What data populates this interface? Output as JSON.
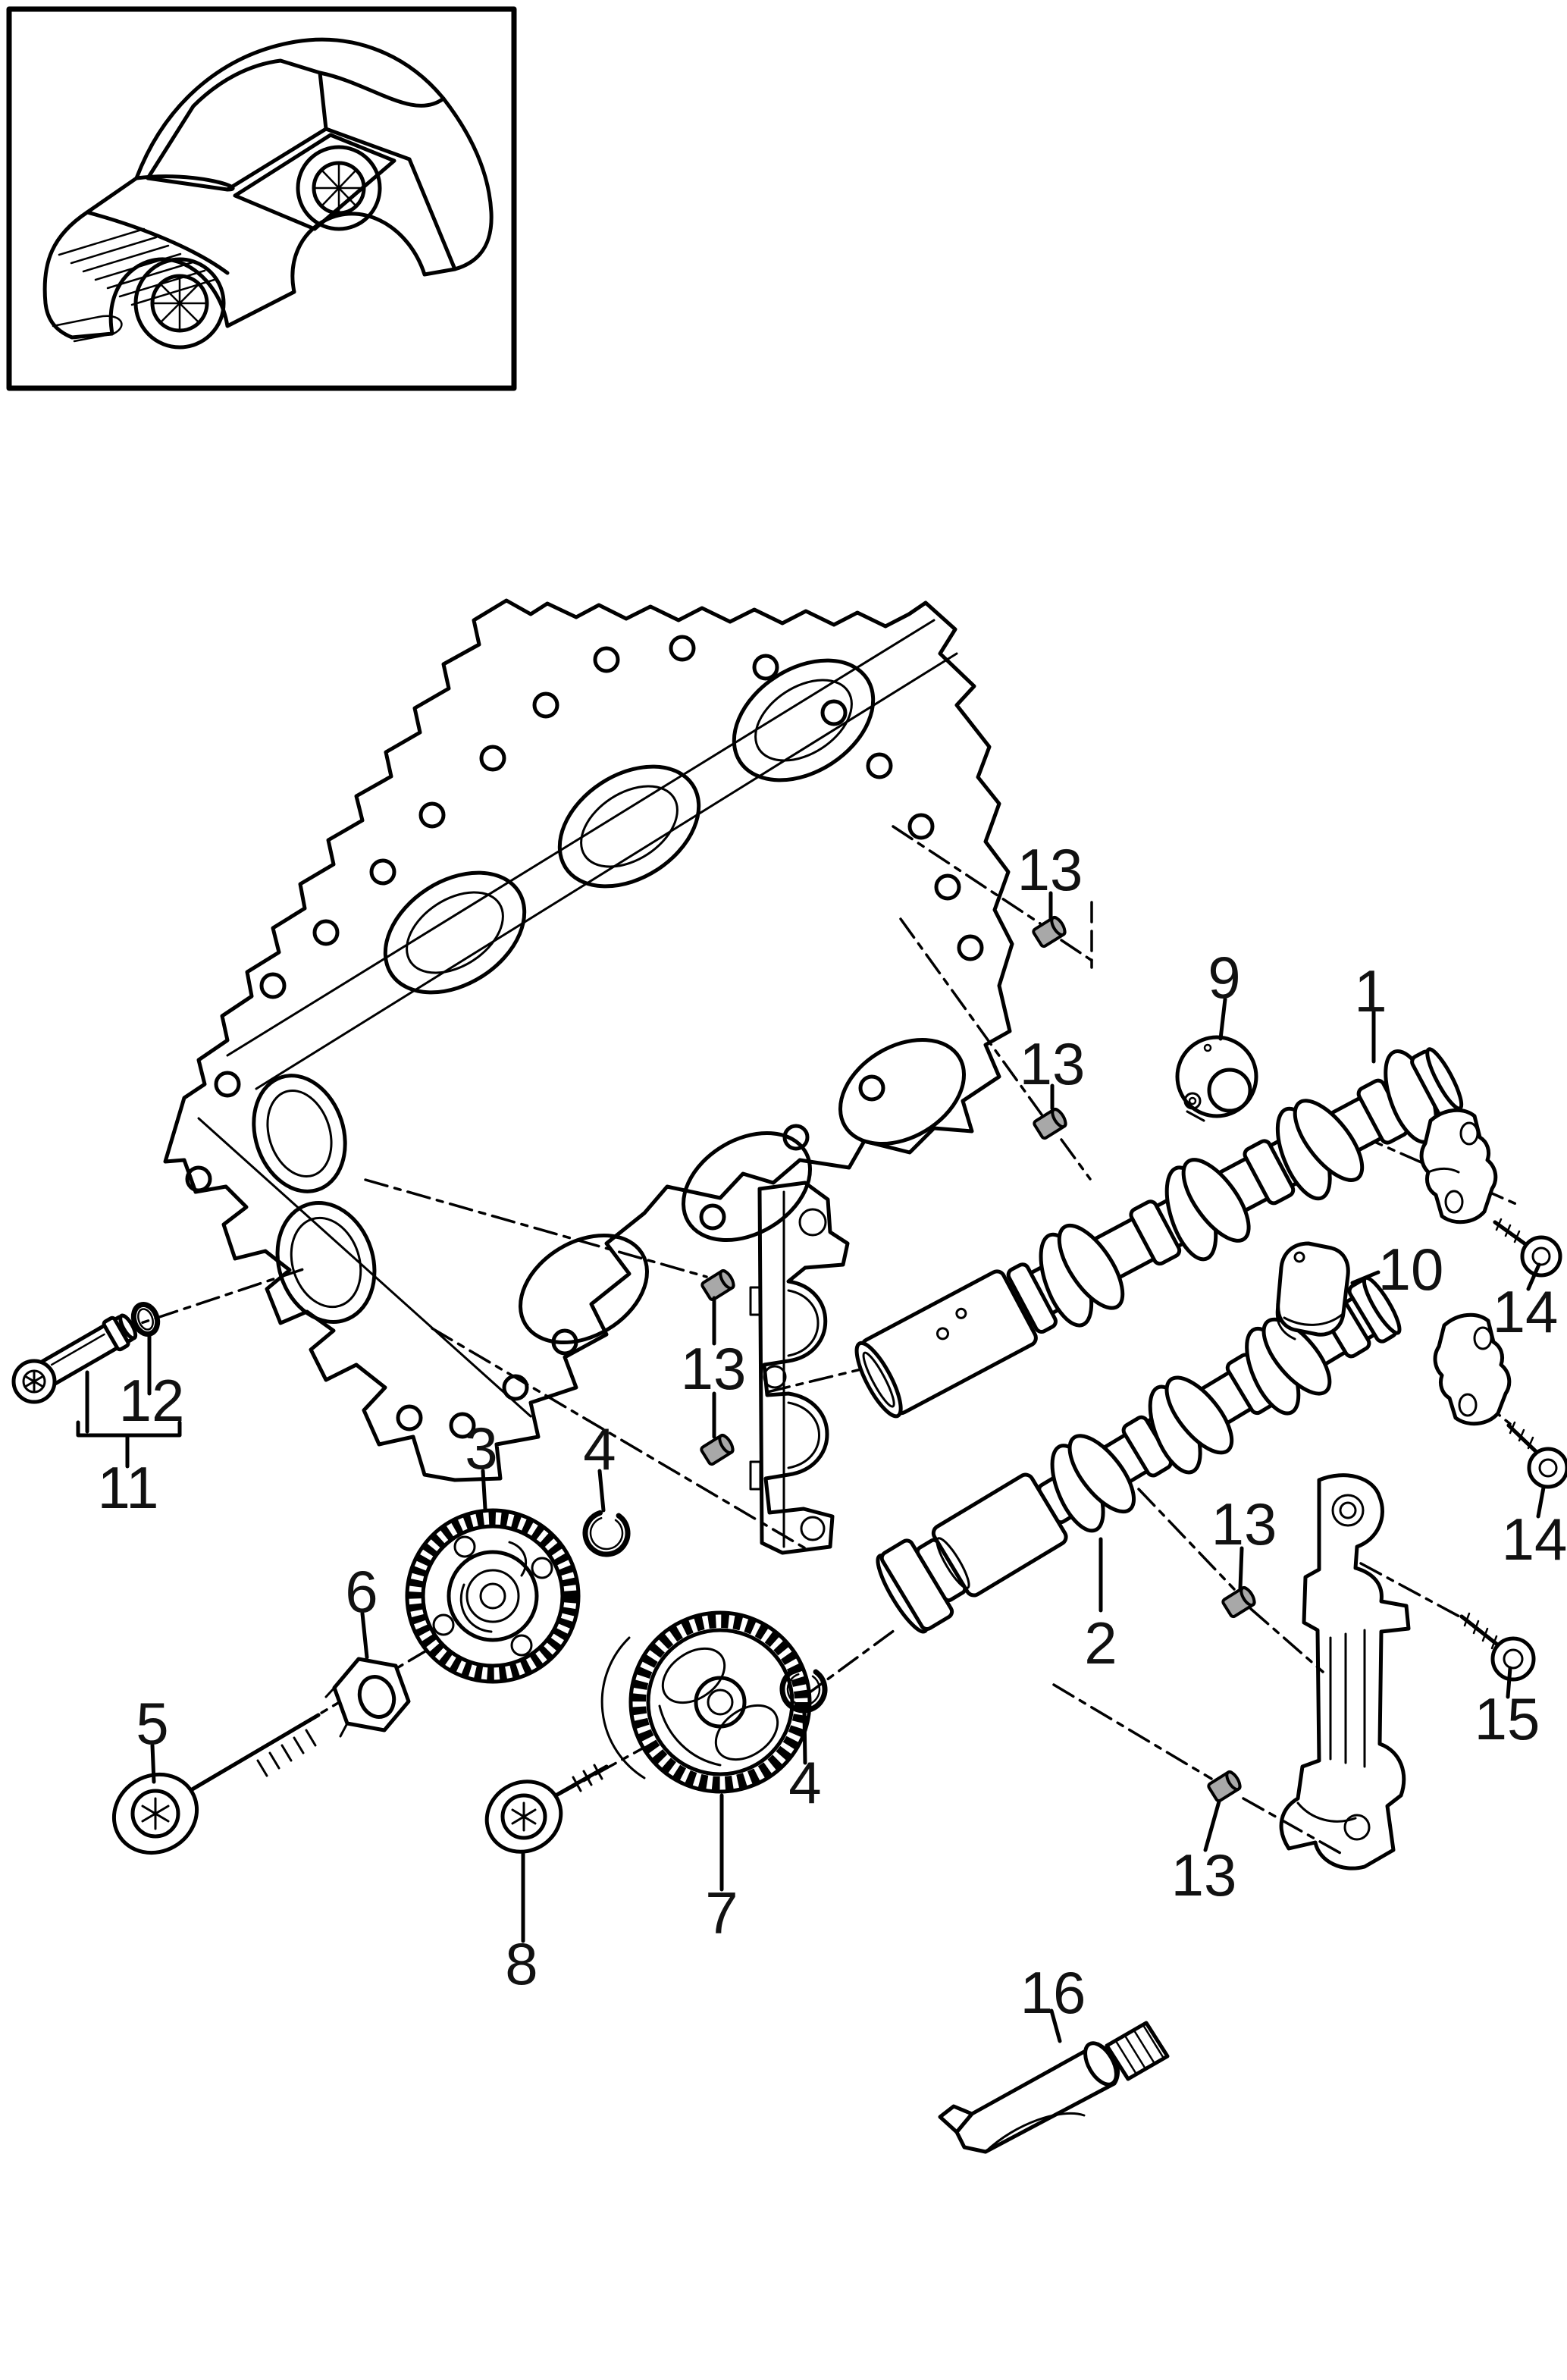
{
  "callouts": {
    "c1": "1",
    "c2": "2",
    "c3": "3",
    "c4a": "4",
    "c4b": "4",
    "c5": "5",
    "c6": "6",
    "c7": "7",
    "c8": "8",
    "c9": "9",
    "c10": "10",
    "c11": "11",
    "c12": "12",
    "c13a": "13",
    "c13b": "13",
    "c13c": "13",
    "c13d": "13",
    "c13e": "13",
    "c14a": "14",
    "c14b": "14",
    "c15": "15",
    "c16": "16"
  },
  "colors": {
    "ink": "#000000",
    "paper": "#ffffff",
    "dowel_fill": "#a8a8a8"
  }
}
